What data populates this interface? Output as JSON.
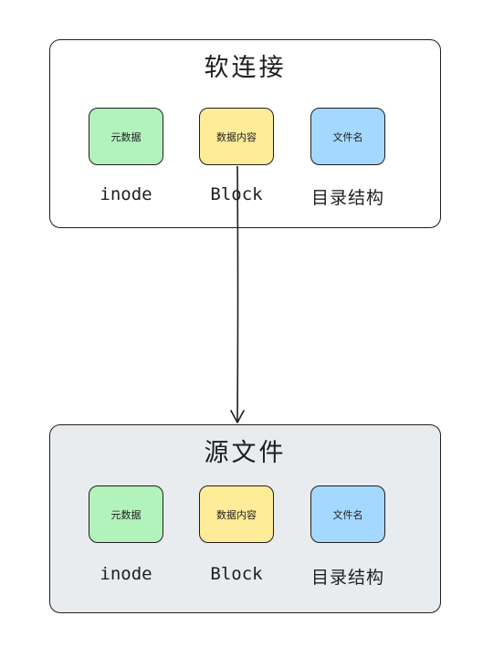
{
  "top_panel": {
    "title": "软连接",
    "boxes": [
      {
        "text": "元数据",
        "label": "inode",
        "color": "#b2f2bb"
      },
      {
        "text": "数据内容",
        "label": "Block",
        "color": "#ffec99"
      },
      {
        "text": "文件名",
        "label": "目录结构",
        "color": "#a5d8ff"
      }
    ]
  },
  "bottom_panel": {
    "title": "源文件",
    "background": "#e9ecef",
    "boxes": [
      {
        "text": "元数据",
        "label": "inode",
        "color": "#b2f2bb"
      },
      {
        "text": "数据内容",
        "label": "Block",
        "color": "#ffec99"
      },
      {
        "text": "文件名",
        "label": "目录结构",
        "color": "#a5d8ff"
      }
    ]
  }
}
